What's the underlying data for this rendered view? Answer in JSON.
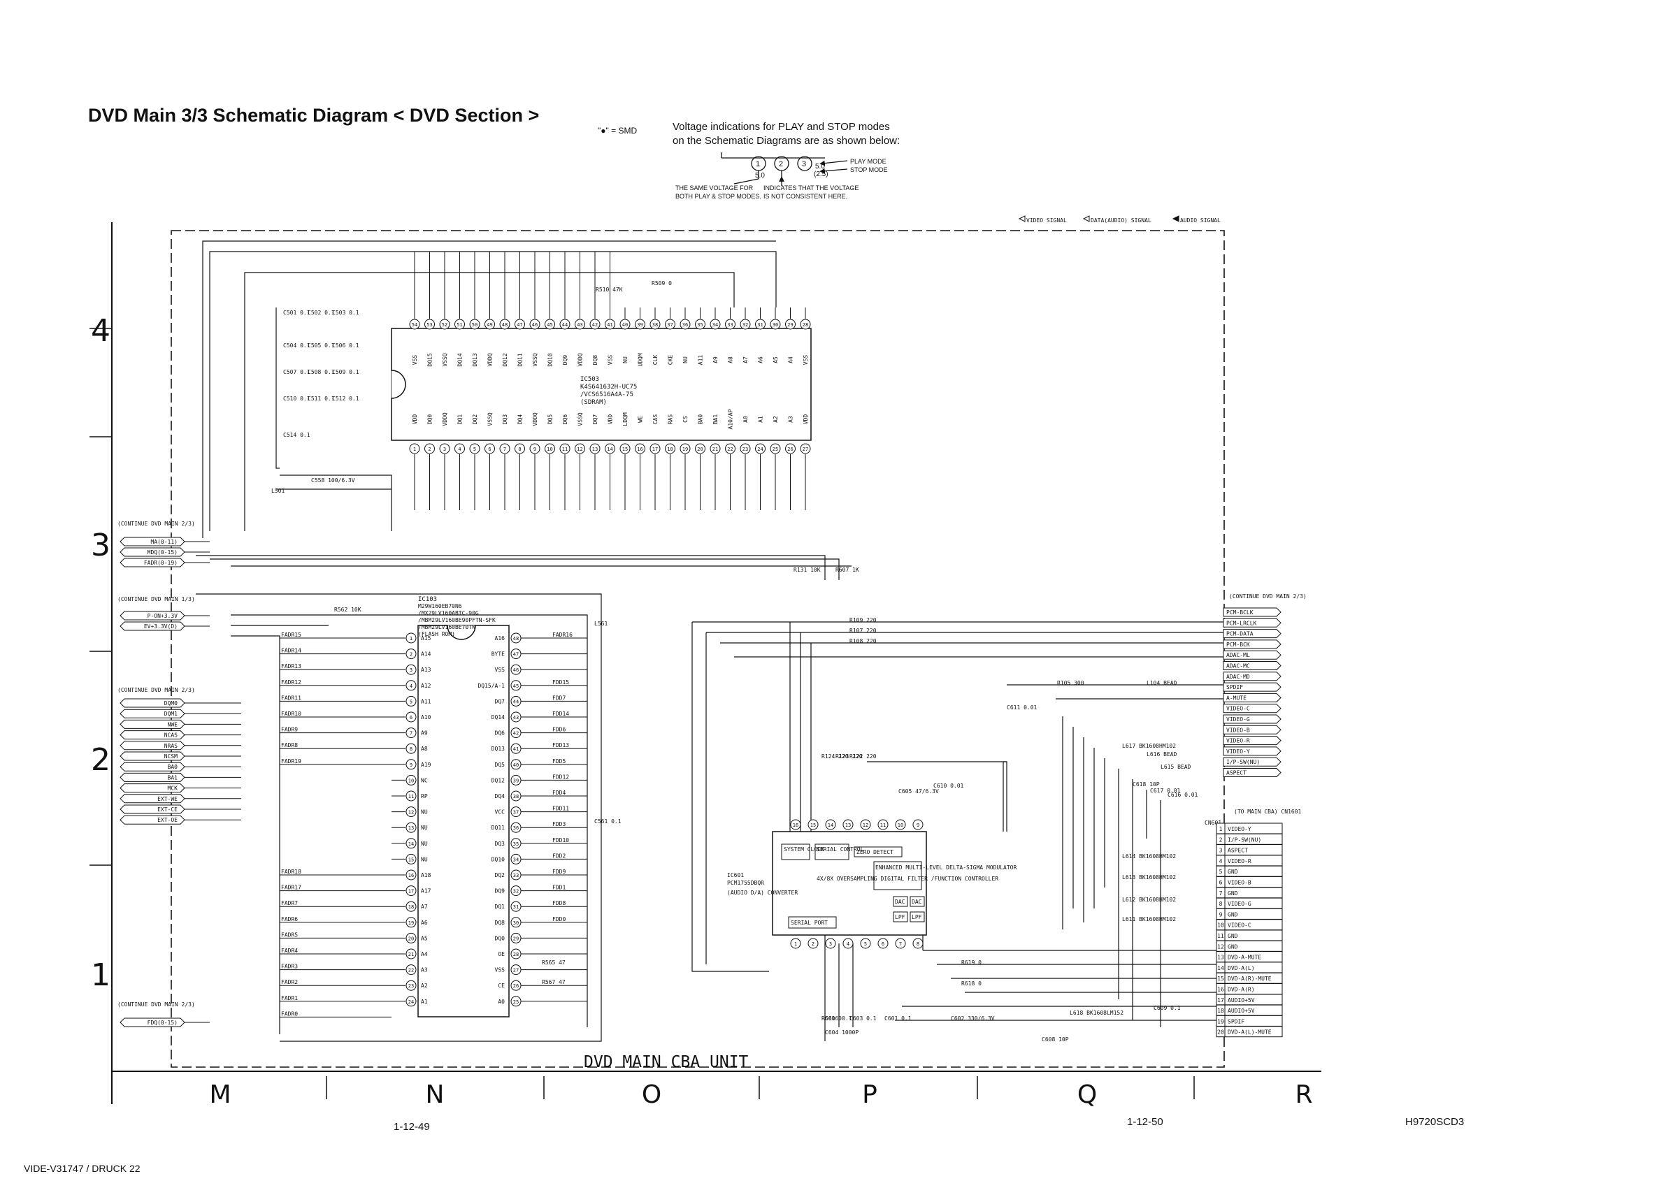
{
  "title": "DVD Main 3/3 Schematic Diagram < DVD Section >",
  "smd_note": "\"●\" = SMD",
  "voltage_note": {
    "line1": "Voltage indications for PLAY and STOP modes",
    "line2": "on the Schematic Diagrams are as shown below:",
    "pin_a_value": "5.0",
    "pin_c_play": "5.0",
    "pin_c_stop": "(2.5)",
    "play_mode": "PLAY MODE",
    "stop_mode": "STOP MODE",
    "same_voltage_1": "THE SAME VOLTAGE FOR",
    "same_voltage_2": "BOTH PLAY & STOP MODES.",
    "inconsistent_1": "INDICATES THAT THE VOLTAGE",
    "inconsistent_2": "IS NOT CONSISTENT HERE."
  },
  "signal_legend": {
    "video": "VIDEO SIGNAL",
    "data_audio": "DATA(AUDIO) SIGNAL",
    "audio": "AUDIO SIGNAL"
  },
  "row_labels": [
    "4",
    "3",
    "2",
    "1"
  ],
  "column_labels": [
    "M",
    "N",
    "O",
    "P",
    "Q",
    "R"
  ],
  "board_label": "DVD MAIN CBA UNIT",
  "page_left": "1-12-49",
  "page_right": "1-12-50",
  "doc_code": "H9720SCD3",
  "print_ref": "VIDE-V31747 / DRUCK 22",
  "ic503": {
    "ref": "IC503",
    "parts": [
      "K4S641632H-UC75",
      "/VCS6516A4A-75"
    ],
    "type": "(SDRAM)",
    "top_pins": [
      "VSS",
      "DQ15",
      "VSSQ",
      "DQ14",
      "DQ13",
      "VDDQ",
      "DQ12",
      "DQ11",
      "VSSQ",
      "DQ10",
      "DQ9",
      "VDDQ",
      "DQ8",
      "VSS",
      "NU",
      "UDQM",
      "CLK",
      "CKE",
      "NU",
      "A11",
      "A9",
      "A8",
      "A7",
      "A6",
      "A5",
      "A4",
      "VSS"
    ],
    "bottom_pins": [
      "VDD",
      "DQ0",
      "VDDQ",
      "DQ1",
      "DQ2",
      "VSSQ",
      "DQ3",
      "DQ4",
      "VDDQ",
      "DQ5",
      "DQ6",
      "VSSQ",
      "DQ7",
      "VDD",
      "LDQM",
      "WE",
      "CAS",
      "RAS",
      "CS",
      "BA0",
      "BA1",
      "A10/AP",
      "A0",
      "A1",
      "A2",
      "A3",
      "VDD"
    ]
  },
  "ic103": {
    "ref": "IC103",
    "parts": [
      "M29W160EB70N6",
      "/MX29LV160ABTC-90G",
      "/MBM29LV160BE90PFTN-SFK",
      "/MBM29LV160BE70TN"
    ],
    "type": "(FLASH ROM)",
    "left_pins": [
      "A15",
      "A14",
      "A13",
      "A12",
      "A11",
      "A10",
      "A9",
      "A8",
      "A19",
      "NC",
      "RP",
      "NU",
      "NU",
      "NU",
      "NU",
      "A18",
      "A17",
      "A7",
      "A6",
      "A5",
      "A4",
      "A3",
      "A2",
      "A1"
    ],
    "right_pins": [
      "A16",
      "BYTE",
      "VSS",
      "DQ15/A-1",
      "DQ7",
      "DQ14",
      "DQ6",
      "DQ13",
      "DQ5",
      "DQ12",
      "DQ4",
      "VCC",
      "DQ11",
      "DQ3",
      "DQ10",
      "DQ2",
      "DQ9",
      "DQ1",
      "DQ8",
      "DQ0",
      "OE",
      "VSS",
      "CE",
      "A0"
    ],
    "left_nets": [
      "FADR15",
      "FADR14",
      "FADR13",
      "FADR12",
      "FADR11",
      "FADR10",
      "FADR9",
      "FADR8",
      "FADR19"
    ],
    "left_nets_low": [
      "FADR18",
      "FADR17",
      "FADR7",
      "FADR6",
      "FADR5",
      "FADR4",
      "FADR3",
      "FADR2",
      "FADR1",
      "FADR0"
    ],
    "right_nets": [
      "FADR16",
      "FDD15",
      "FDD7",
      "FDD14",
      "FDD6",
      "FDD13",
      "FDD5",
      "FDD12",
      "FDD4",
      "FDD11",
      "FDD3",
      "FDD10",
      "FDD2",
      "FDD9",
      "FDD1",
      "FDD8",
      "FDD0"
    ]
  },
  "ic601": {
    "ref": "IC601",
    "part": "PCM1755DBQR",
    "func": "(AUDIO D/A) CONVERTER",
    "blocks": [
      "SYSTEM CLOCK",
      "SERIAL CONTROL",
      "ZERO DETECT",
      "4X/8X OVERSAMPLING DIGITAL FILTER /FUNCTION CONTROLLER",
      "ENHANCED MULTI-LEVEL DELTA-SIGMA MODULATOR",
      "DAC",
      "DAC",
      "LPF",
      "LPF",
      "SERIAL PORT"
    ]
  },
  "left_connectors": [
    {
      "title": "(CONTINUE DVD MAIN 2/3)",
      "signals": [
        "MA(0-11)",
        "MDQ(0-15)",
        "FADR(0-19)"
      ]
    },
    {
      "title": "(CONTINUE DVD MAIN 1/3)",
      "signals": [
        "P-ON+3.3V",
        "EV+3.3V(D)"
      ]
    },
    {
      "title": "(CONTINUE DVD MAIN 2/3)",
      "signals": [
        "DQM0",
        "DQM1",
        "NWE",
        "NCAS",
        "NRAS",
        "NCSM",
        "BA0",
        "BA1",
        "MCK",
        "EXT-WE",
        "EXT-CE",
        "EXT-OE"
      ]
    },
    {
      "title": "(CONTINUE DVD MAIN 2/3)",
      "signals": [
        "FDQ(0-15)"
      ]
    }
  ],
  "right_connector_top": {
    "title": "(CONTINUE DVD MAIN 2/3)",
    "signals": [
      "PCM-BCLK",
      "PCM-LRCLK",
      "PCM-DATA",
      "PCM-BCK",
      "ADAC-ML",
      "ADAC-MC",
      "ADAC-MD",
      "SPDIF",
      "A-MUTE",
      "VIDEO-C",
      "VIDEO-G",
      "VIDEO-B",
      "VIDEO-R",
      "VIDEO-Y",
      "I/P-SW(NU)",
      "ASPECT"
    ]
  },
  "cn601": {
    "ref": "CN601",
    "title": "(TO MAIN CBA) CN1601",
    "pins": [
      "VIDEO-Y",
      "I/P-SW(NU)",
      "ASPECT",
      "VIDEO-R",
      "GND",
      "VIDEO-B",
      "GND",
      "VIDEO-G",
      "GND",
      "VIDEO-C",
      "GND",
      "GND",
      "DVD-A-MUTE",
      "DVD-A(L)",
      "DVD-A(R)-MUTE",
      "DVD-A(R)",
      "AUDIO+5V",
      "AUDIO+5V",
      "SPDIF",
      "DVD-A(L)-MUTE"
    ]
  },
  "parts": [
    "C501 0.1",
    "C502 0.1",
    "C503 0.1",
    "C504 0.1",
    "C505 0.1",
    "C506 0.1",
    "C507 0.1",
    "C508 0.1",
    "C509 0.1",
    "C510 0.1",
    "C511 0.1",
    "C512 0.1",
    "C514 0.1",
    "C558 100/6.3V",
    "L501",
    "R562 10K",
    "R510 47K",
    "R509 0",
    "R131 10K",
    "R607 1K",
    "R109 220",
    "R107 220",
    "R108 220",
    "R105 300",
    "L104 BEAD",
    "C561 0.1",
    "L561",
    "C611 0.01",
    "C605 47/6.3V",
    "C610 0.01",
    "R124 220",
    "R123 220",
    "R122 220",
    "L617 BK1608HM102",
    "L616 BEAD",
    "L615 BEAD",
    "L614 BK1608HM102",
    "L613 BK1608HM102",
    "L612 BK1608HM102",
    "L611 BK1608HM102",
    "L618 BK1608LM152",
    "C601 0.1",
    "C602 330/6.3V",
    "C603 0.1",
    "C604 1000P",
    "C606 0.1",
    "C608 10P",
    "C609 0.1",
    "R565 47",
    "R567 47",
    "R601 0",
    "R618 0",
    "R619 0",
    "C618 10P",
    "C617 0.01",
    "C616 0.01"
  ]
}
